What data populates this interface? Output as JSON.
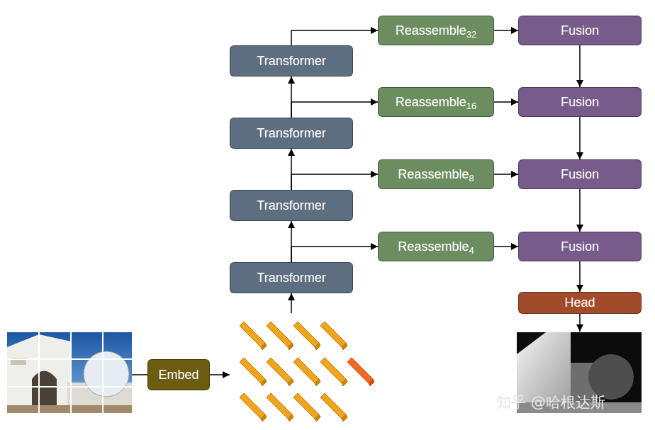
{
  "diagram": {
    "nodes": [
      {
        "text": [
          "Transformer"
        ]
      },
      {
        "text": [
          "Reassemble",
          "32"
        ]
      },
      {
        "text": [
          "Fusion"
        ]
      },
      {
        "text": [
          "Transformer"
        ]
      },
      {
        "text": [
          "Reassemble",
          "16"
        ]
      },
      {
        "text": [
          "Fusion"
        ]
      },
      {
        "text": [
          "Transformer"
        ]
      },
      {
        "text": [
          "Reassemble",
          "8"
        ]
      },
      {
        "text": [
          "Fusion"
        ]
      },
      {
        "text": [
          "Transformer"
        ]
      },
      {
        "text": [
          "Reassemble",
          "4"
        ]
      },
      {
        "text": [
          "Fusion"
        ]
      },
      {
        "text": [
          "Head"
        ]
      },
      {
        "text": [
          "Embed"
        ]
      }
    ],
    "edges": [
      {
        "from": 9,
        "to": 6,
        "arrow": "to"
      },
      {
        "from": 6,
        "to": 3,
        "arrow": "to"
      },
      {
        "from": 3,
        "to": 0,
        "arrow": "to"
      },
      {
        "from": 0,
        "to": 1,
        "arrow": "to"
      },
      {
        "from": 3,
        "to": 4,
        "arrow": "to"
      },
      {
        "from": 6,
        "to": 7,
        "arrow": "to"
      },
      {
        "from": 9,
        "to": 10,
        "arrow": "to"
      },
      {
        "from": 1,
        "to": 2,
        "arrow": "to"
      },
      {
        "from": 4,
        "to": 5,
        "arrow": "to"
      },
      {
        "from": 7,
        "to": 8,
        "arrow": "to"
      },
      {
        "from": 10,
        "to": 11,
        "arrow": "to"
      },
      {
        "from": 2,
        "to": 5,
        "arrow": "to"
      },
      {
        "from": 5,
        "to": 8,
        "arrow": "to"
      },
      {
        "from": 8,
        "to": 11,
        "arrow": "to"
      },
      {
        "from": 11,
        "to": 12,
        "arrow": "to"
      }
    ],
    "labels": [
      "知乎 @哈根达斯"
    ]
  }
}
